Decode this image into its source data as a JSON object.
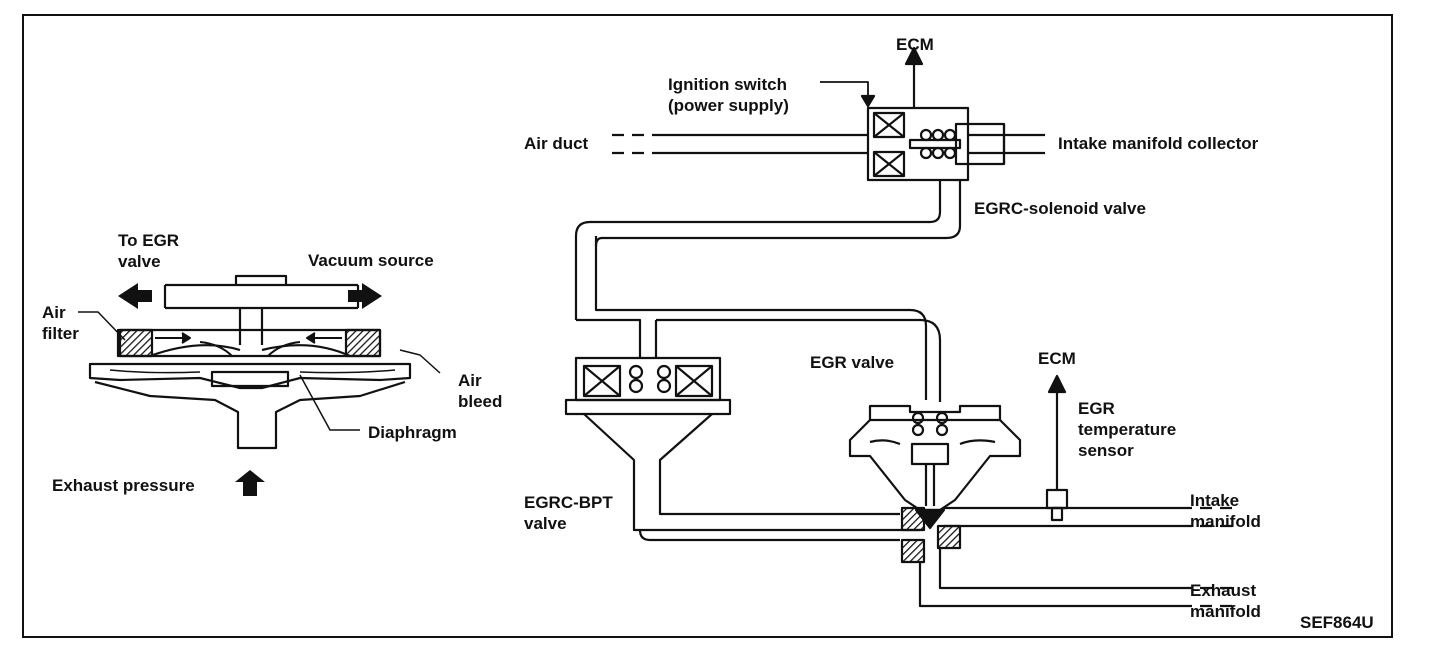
{
  "figure_code": "SEF864U",
  "bpt_detail": {
    "to_egr_valve": "To EGR\nvalve",
    "vacuum_source": "Vacuum source",
    "air_filter": "Air\nfilter",
    "air_bleed": "Air\nbleed",
    "diaphragm": "Diaphragm",
    "exhaust_pressure": "Exhaust pressure"
  },
  "system": {
    "ecm_top": "ECM",
    "ignition_switch": "Ignition switch\n(power supply)",
    "air_duct": "Air duct",
    "intake_manifold_collector": "Intake manifold collector",
    "egrc_solenoid_valve": "EGRC-solenoid valve",
    "egr_valve": "EGR valve",
    "ecm_right": "ECM",
    "egr_temperature_sensor": "EGR\ntemperature\nsensor",
    "intake_manifold": "Intake\nmanifold",
    "exhaust_manifold": "Exhaust\nmanifold",
    "egrc_bpt_valve": "EGRC-BPT\nvalve"
  }
}
